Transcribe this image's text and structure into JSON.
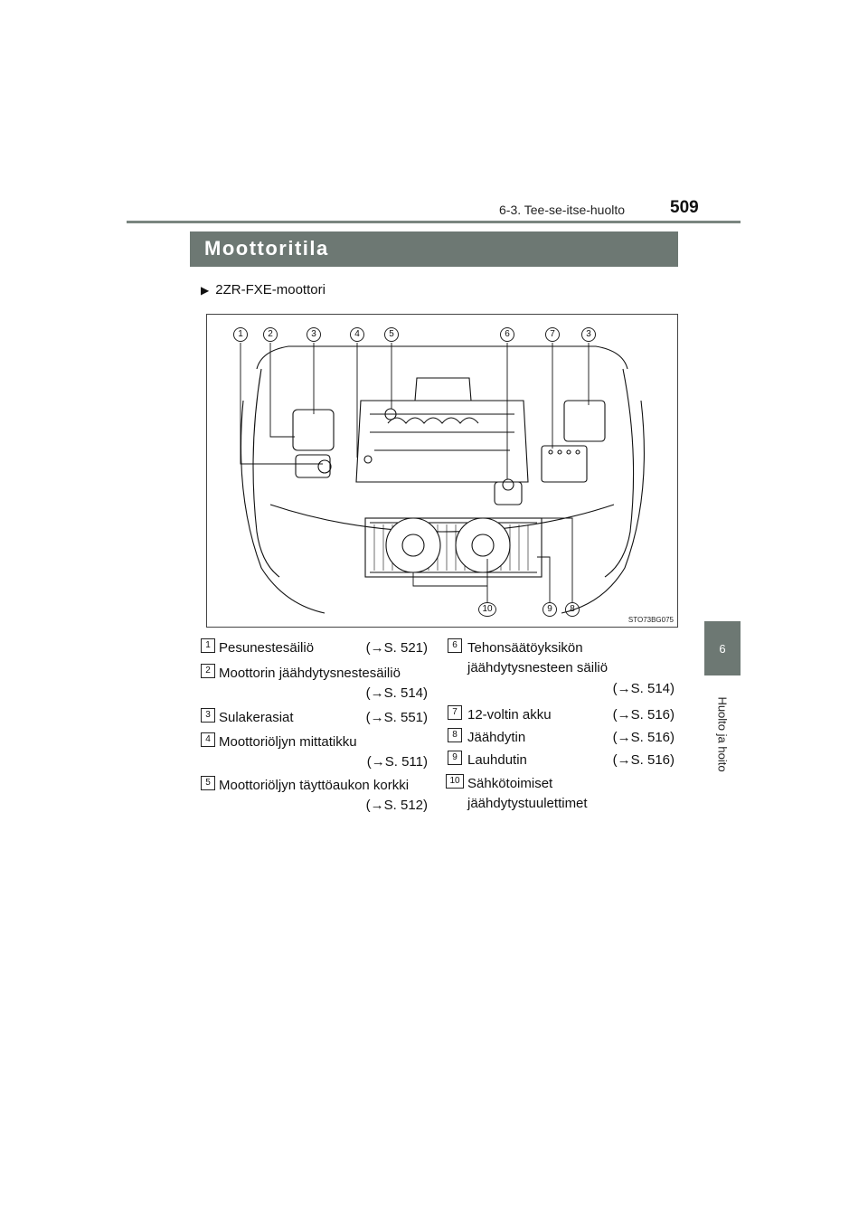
{
  "header": {
    "section": "6-3. Tee-se-itse-huolto",
    "page_number": "509"
  },
  "side_tab": {
    "chapter": "6",
    "label": "Huolto ja hoito"
  },
  "section_title": "Moottoritila",
  "engine_variant": "2ZR-FXE-moottori",
  "figure": {
    "code": "STO73BG075",
    "callouts_top": [
      "1",
      "2",
      "3",
      "4",
      "5",
      "6",
      "7",
      "3"
    ],
    "callouts_bottom": [
      "10",
      "9",
      "8"
    ]
  },
  "legend": {
    "left": [
      {
        "num": "1",
        "lines": [
          "Pesunestesäiliö"
        ],
        "ref": "(→S. 521)"
      },
      {
        "num": "2",
        "lines": [
          "Moottorin jäähdytysnestesäiliö"
        ],
        "ref": "(→S. 514)"
      },
      {
        "num": "3",
        "lines": [
          "Sulakerasiat"
        ],
        "ref": "(→S. 551)"
      },
      {
        "num": "4",
        "lines": [
          "Moottoriöljyn mittatikku"
        ],
        "ref": "(→S. 511)"
      },
      {
        "num": "5",
        "lines": [
          "Moottoriöljyn täyttöaukon korkki"
        ],
        "ref": "(→S. 512)"
      }
    ],
    "right": [
      {
        "num": "6",
        "lines": [
          "Tehonsäätöyksikön",
          "jäähdytysnesteen säiliö"
        ],
        "ref": "(→S. 514)"
      },
      {
        "num": "7",
        "lines": [
          "12-voltin akku"
        ],
        "ref": "(→S. 516)"
      },
      {
        "num": "8",
        "lines": [
          "Jäähdytin"
        ],
        "ref": "(→S. 516)"
      },
      {
        "num": "9",
        "lines": [
          "Lauhdutin"
        ],
        "ref": "(→S. 516)"
      },
      {
        "num": "10",
        "lines": [
          "Sähkötoimiset",
          "jäähdytystuulettimet"
        ],
        "ref": ""
      }
    ]
  },
  "colors": {
    "accent_gray": "#6d7873",
    "rule_gray": "#7a8580"
  }
}
